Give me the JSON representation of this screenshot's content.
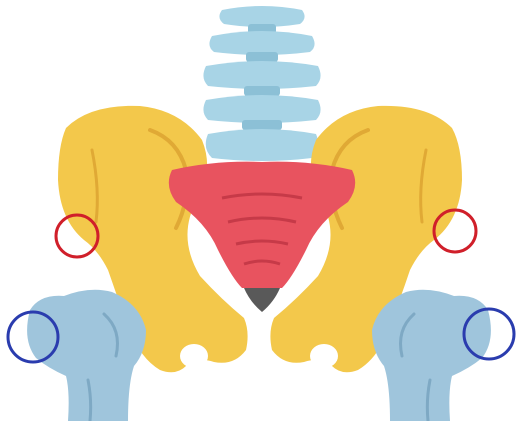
{
  "colors": {
    "background": "#ffffff",
    "vertebra": "#a8d4e6",
    "vertebra_shade": "#8cc0d6",
    "ilium": "#f3c84b",
    "ilium_shade": "#e0a935",
    "sacrum": "#e8535f",
    "sacrum_shade": "#c63a48",
    "coccyx": "#595959",
    "femur": "#9fc5dc",
    "femur_shade": "#7ea9c4",
    "marker_red": "#d01f2a",
    "marker_blue": "#2a3cae"
  },
  "icons": {
    "spine": "lumbar-vertebrae-icon",
    "sacrum": "sacrum-icon",
    "left_hip": "left-hip-bone-icon",
    "right_hip": "right-hip-bone-icon",
    "left_femur": "left-femur-icon",
    "right_femur": "right-femur-icon"
  },
  "markers": [
    {
      "name": "red-circle-marker-left",
      "color": "red"
    },
    {
      "name": "red-circle-marker-right",
      "color": "red"
    },
    {
      "name": "blue-circle-marker-left",
      "color": "blue"
    },
    {
      "name": "blue-circle-marker-right",
      "color": "blue"
    }
  ]
}
